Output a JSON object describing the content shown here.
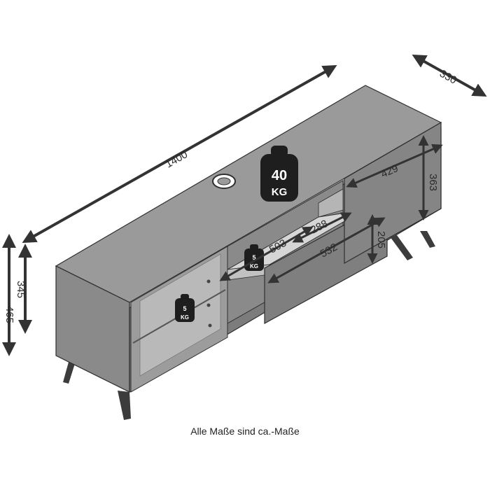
{
  "dimensions": {
    "width": "1400",
    "depth": "330",
    "total_height": "465",
    "body_height": "345",
    "door_width": "429",
    "door_height": "363",
    "drawer_inner_width": "503",
    "drawer_inner_depth": "288",
    "drawer_front_width": "532",
    "drawer_front_height": "205"
  },
  "weights": {
    "top_value": "40",
    "top_unit": "KG",
    "drawer_value": "5",
    "drawer_unit": "KG",
    "shelf_value": "5",
    "shelf_unit": "KG"
  },
  "caption": "Alle Maße sind ca.-Maße",
  "colors": {
    "panel": "#7c7c7c",
    "panel_light": "#8e8e8e",
    "top": "#9a9a9a",
    "outline": "#2e2e2e",
    "arrow": "#333333",
    "weight": "#1e1e1e",
    "legs": "#3c3c3c"
  }
}
